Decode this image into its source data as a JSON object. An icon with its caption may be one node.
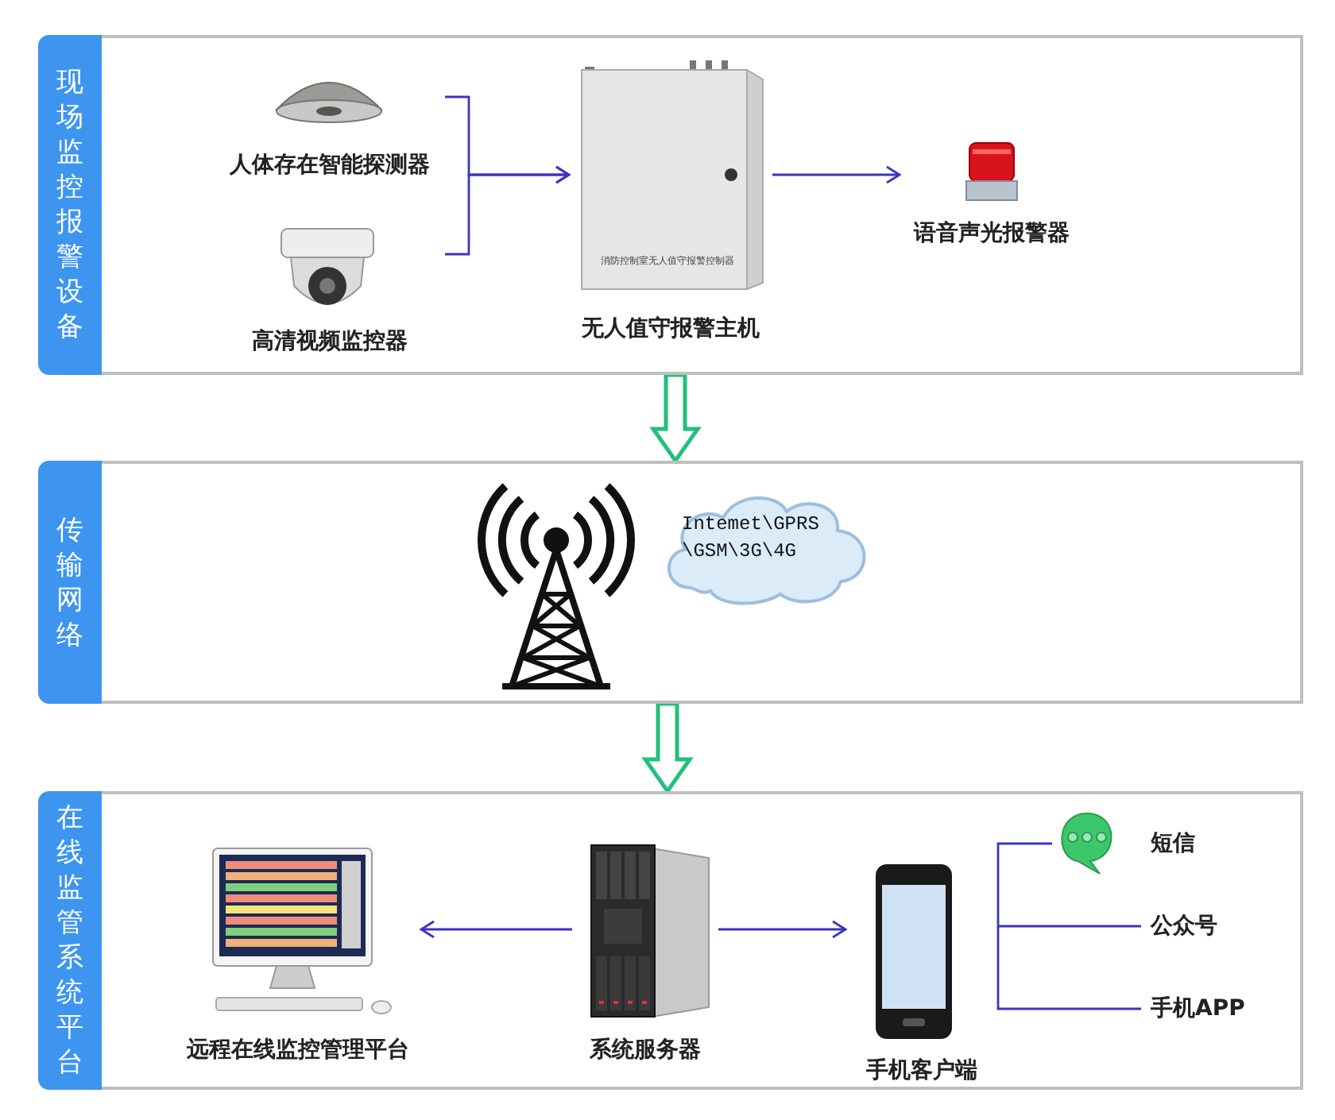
{
  "diagram": {
    "nodes": [
      {
        "text": [
          "现场监控报警设备"
        ]
      },
      {
        "text": [
          "人体存在智能探测器"
        ],
        "in": 0
      },
      {
        "text": [
          "高清视频监控器"
        ],
        "in": 0
      },
      {
        "text": [
          "无人值守报警主机"
        ],
        "in": 0
      },
      {
        "text": [
          "语音声光报警器"
        ],
        "in": 0
      },
      {
        "text": [
          "传输网络"
        ]
      },
      {
        "text": [],
        "shape": "picture",
        "in": 5
      },
      {
        "text": [
          "Intemet\\GPRS \\GSM\\3G\\4G"
        ],
        "in": 5
      },
      {
        "text": [
          "在线监管系统平台"
        ]
      },
      {
        "text": [
          "远程在线监控管理平台"
        ],
        "in": 8
      },
      {
        "text": [
          "系统服务器"
        ],
        "in": 8
      },
      {
        "text": [
          "手机客户端"
        ],
        "in": 8
      },
      {
        "text": [
          "短信"
        ],
        "in": 8
      },
      {
        "text": [
          "公众号"
        ],
        "in": 8
      },
      {
        "text": [
          "手机APP"
        ],
        "in": 8
      }
    ],
    "edges": [
      {
        "from": 1,
        "to": 3,
        "arrow": "to"
      },
      {
        "from": 2,
        "to": 3,
        "arrow": "to"
      },
      {
        "from": 3,
        "to": 4,
        "arrow": "to"
      },
      {
        "from": 0,
        "to": 5,
        "arrow": "to",
        "color": "#22c07a"
      },
      {
        "from": 5,
        "to": 8,
        "arrow": "to",
        "color": "#22c07a"
      },
      {
        "from": 10,
        "to": 9,
        "arrow": "to"
      },
      {
        "from": 10,
        "to": 11,
        "arrow": "to"
      },
      {
        "from": 11,
        "to": 12,
        "arrow": "none"
      },
      {
        "from": 11,
        "to": 13,
        "arrow": "none"
      },
      {
        "from": 11,
        "to": 14,
        "arrow": "none"
      }
    ],
    "labels": [
      "消防控制室无人值守报警控制器"
    ]
  }
}
